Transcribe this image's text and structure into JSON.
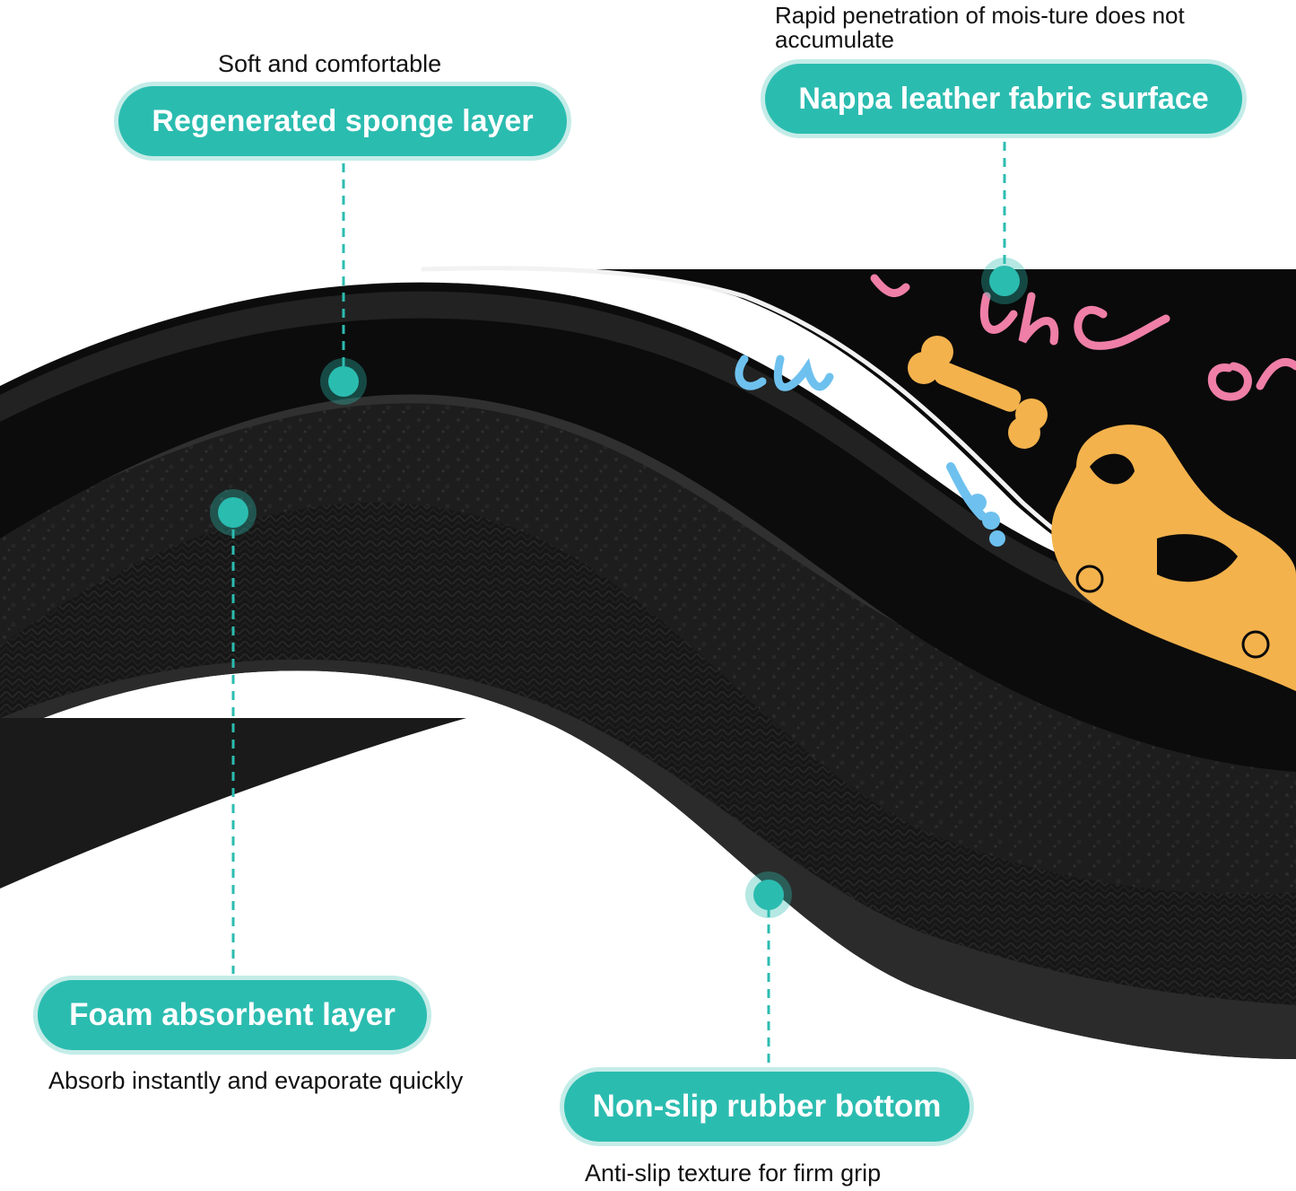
{
  "colors": {
    "accent": "#2bbcb0",
    "accent_glow": "#c4ece8",
    "mat_black": "#0d0d0d",
    "foam_dark": "#1c1c1c",
    "rubber_edge": "#3a3a3a",
    "print_pink": "#ef7fa7",
    "print_blue": "#6ec1ee",
    "print_yellow": "#f3b24c"
  },
  "labels": {
    "sponge": {
      "title": "Regenerated sponge layer",
      "caption": "Soft and comfortable"
    },
    "nappa": {
      "title": "Nappa leather fabric surface",
      "caption": "Rapid penetration of mois-ture does not accumulate"
    },
    "foam": {
      "title": "Foam absorbent layer",
      "caption": "Absorb instantly and evaporate quickly"
    },
    "rubber": {
      "title": "Non-slip rubber bottom",
      "caption": "Anti-slip texture for firm grip"
    }
  },
  "illustration": {
    "subject": "layered black mat cross-section with dog print",
    "icons": [
      "bone-icon",
      "dog-icon",
      "paw-icon"
    ]
  }
}
